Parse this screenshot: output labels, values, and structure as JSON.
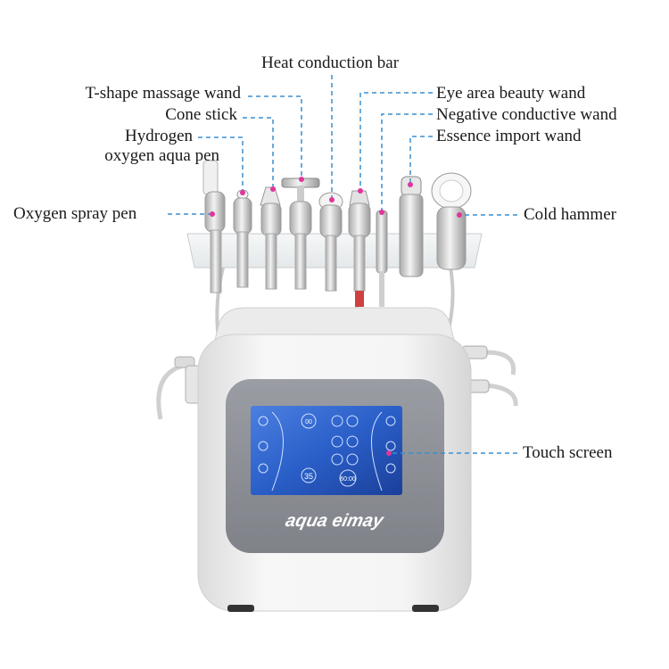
{
  "labels": {
    "heat_conduction_bar": "Heat conduction bar",
    "t_shape_massage_wand": "T-shape massage wand",
    "eye_area_beauty_wand": "Eye area beauty wand",
    "cone_stick": "Cone stick",
    "negative_conductive_wand": "Negative conductive wand",
    "hydrogen_line1": "Hydrogen",
    "hydrogen_line2": "oxygen aqua pen",
    "essence_import_wand": "Essence import wand",
    "oxygen_spray_pen": "Oxygen spray pen",
    "cold_hammer": "Cold hammer",
    "touch_screen": "Touch screen"
  },
  "device": {
    "brand_logo": "aqua eimay"
  },
  "screen": {
    "dial_left": "35",
    "dial_center": "60:00",
    "dial_top": "00"
  },
  "colors": {
    "leader_line": "#3a8fd0",
    "dot": "#e0359a",
    "screen_bg": "#2a5fc8",
    "device_body": "#f2f2f2",
    "bezel": "#8c8f95"
  }
}
